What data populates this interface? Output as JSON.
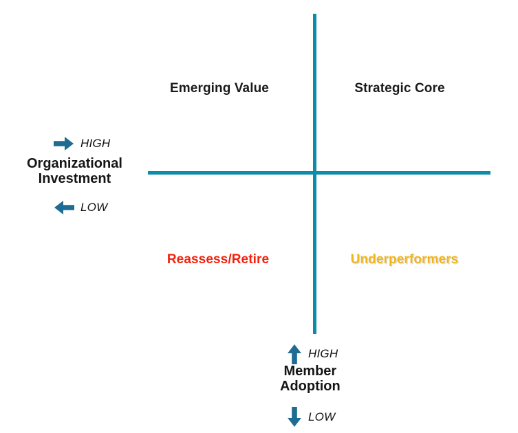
{
  "chart_data": {
    "type": "table",
    "title": "",
    "layout": "2x2 quadrant matrix",
    "xlabel": "Member Adoption",
    "ylabel": "Organizational Investment",
    "x_axis_levels": [
      "LOW",
      "HIGH"
    ],
    "y_axis_levels": [
      "LOW",
      "HIGH"
    ],
    "grid": false,
    "legend": "none",
    "quadrants": [
      {
        "id": "top-left",
        "label": "Emerging Value",
        "x_level": "LOW",
        "y_level": "HIGH",
        "color": "#1A1A1A"
      },
      {
        "id": "top-right",
        "label": "Strategic Core",
        "x_level": "HIGH",
        "y_level": "HIGH",
        "color": "#1A1A1A"
      },
      {
        "id": "bottom-left",
        "label": "Reassess/Retire",
        "x_level": "LOW",
        "y_level": "LOW",
        "color": "#F3210C"
      },
      {
        "id": "bottom-right",
        "label": "Underperformers",
        "x_level": "HIGH",
        "y_level": "LOW",
        "color": "#EFB61F"
      }
    ]
  },
  "axes": {
    "vertical": {
      "title_line1": "Organizational",
      "title_line2": "Investment",
      "high_label": "HIGH",
      "low_label": "LOW",
      "high_icon": "arrow-right-icon",
      "low_icon": "arrow-left-icon"
    },
    "horizontal": {
      "title_line1": "Member",
      "title_line2": "Adoption",
      "high_label": "HIGH",
      "low_label": "LOW",
      "high_icon": "arrow-up-icon",
      "low_icon": "arrow-down-icon"
    }
  },
  "colors": {
    "axis_line": "#0D8CAA",
    "arrow": "#1F6C92",
    "alert_red": "#F3210C",
    "warning_gold": "#EFB61F",
    "text_dark": "#1A1A1A",
    "background": "#FFFFFF"
  }
}
